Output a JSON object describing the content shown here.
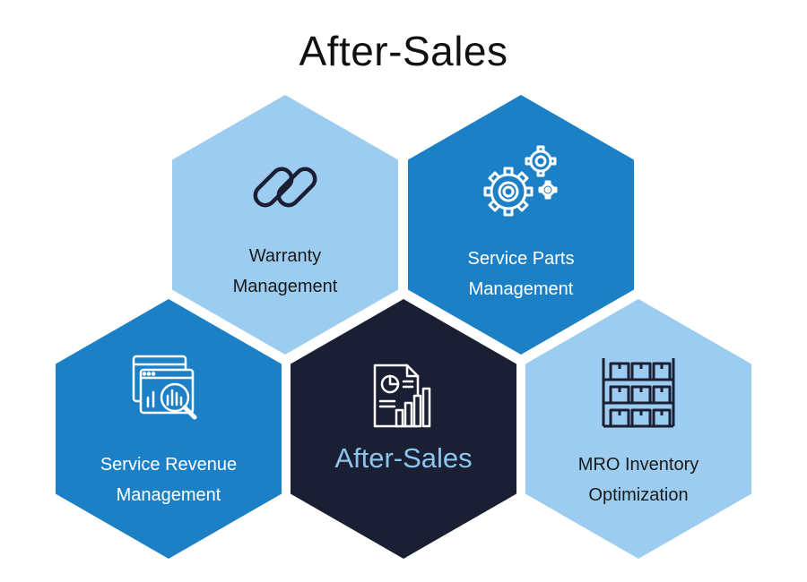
{
  "title": "After-Sales",
  "colors": {
    "light_blue": "#9ccdf0",
    "medium_blue": "#1c80c7",
    "navy": "#1b1f33",
    "center_text": "#8cc4ec",
    "dark_text": "#1a1a1a",
    "white_text": "#ffffff"
  },
  "hexagons": {
    "warranty": {
      "line1": "Warranty",
      "line2": "Management",
      "icon": "chain-link-icon"
    },
    "service_parts": {
      "line1": "Service Parts",
      "line2": "Management",
      "icon": "gears-icon"
    },
    "service_revenue": {
      "line1": "Service Revenue",
      "line2": "Management",
      "icon": "analytics-magnifier-icon"
    },
    "center": {
      "label": "After-Sales",
      "icon": "report-chart-icon"
    },
    "mro": {
      "line1": "MRO Inventory",
      "line2": "Optimization",
      "icon": "warehouse-shelves-icon"
    }
  }
}
